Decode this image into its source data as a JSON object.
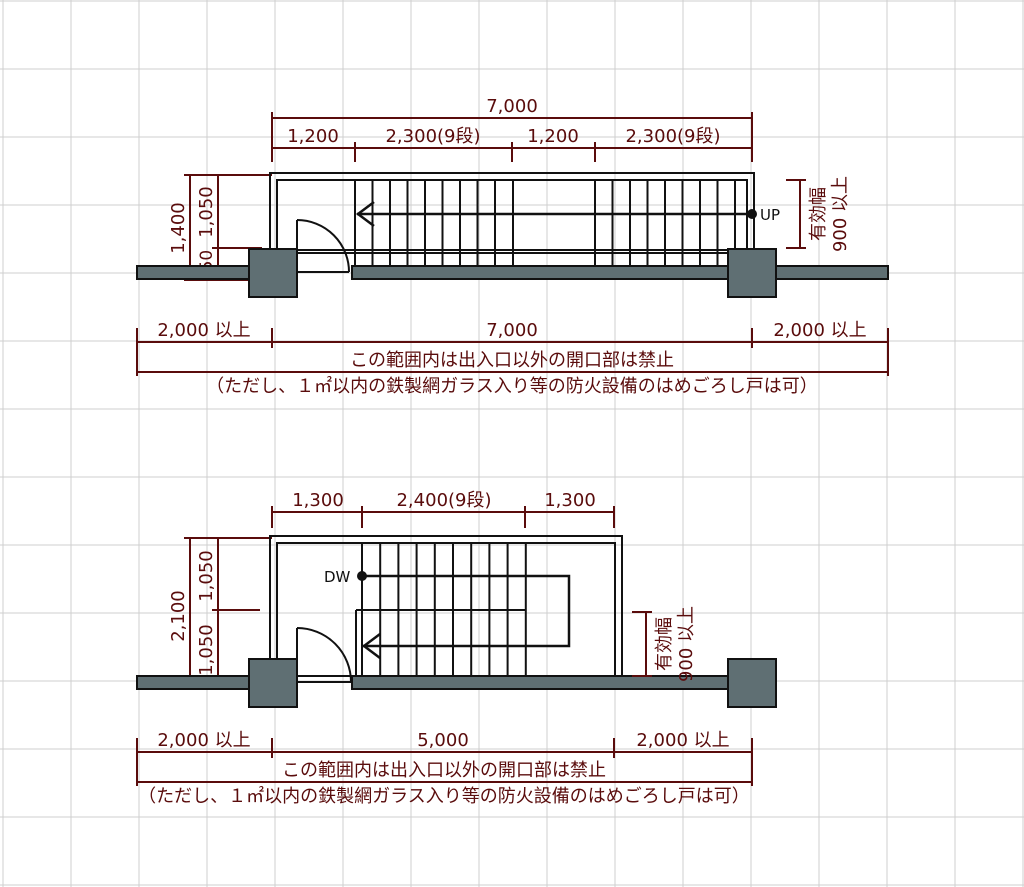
{
  "plan_top": {
    "overall_width": "7,000",
    "segments": [
      "1,200",
      "2,300(9段)",
      "1,200",
      "2,300(9段)"
    ],
    "height_total": "1,400",
    "height_upper": "1,050",
    "height_lower": "350",
    "direction_label": "UP",
    "effective_width_label": "有効幅",
    "effective_width_value": "900 以上",
    "bottom_left": "2,000 以上",
    "bottom_center": "7,000",
    "bottom_right": "2,000 以上",
    "note_line1": "この範囲内は出入口以外の開口部は禁止",
    "note_line2": "（ただし、１㎡以内の鉄製網ガラス入り等の防火設備のはめごろし戸は可）"
  },
  "plan_bottom": {
    "segments": [
      "1,300",
      "2,400(9段)",
      "1,300"
    ],
    "height_total": "2,100",
    "height_upper": "1,050",
    "height_lower": "1,050",
    "direction_label": "DW",
    "effective_width_label": "有効幅",
    "effective_width_value": "900 以上",
    "bottom_left": "2,000 以上",
    "bottom_center": "5,000",
    "bottom_right": "2,000 以上",
    "note_line1": "この範囲内は出入口以外の開口部は禁止",
    "note_line2": "（ただし、１㎡以内の鉄製網ガラス入り等の防火設備のはめごろし戸は可）"
  }
}
